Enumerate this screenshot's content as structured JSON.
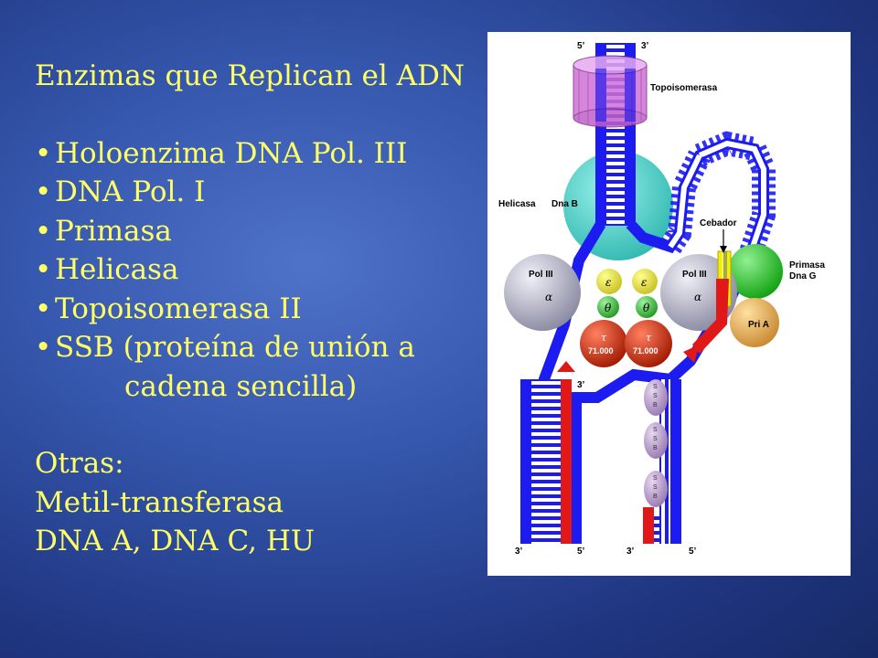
{
  "title": "Enzimas que Replican el ADN",
  "bullets": [
    {
      "text": "Holoenzima DNA Pol. III"
    },
    {
      "text": "DNA Pol. I"
    },
    {
      "text": "Primasa"
    },
    {
      "text": "Helicasa"
    },
    {
      "text": "Topoisomerasa II"
    },
    {
      "text": "SSB (proteína de unión a",
      "continuation": "cadena sencilla)"
    }
  ],
  "others_heading": "Otras:",
  "others": [
    "Metil-transferasa",
    "DNA A, DNA C, HU"
  ],
  "bullet_symbol": "•",
  "diagram": {
    "topoisomerasa": "Topoisomerasa",
    "helicasa": "Helicasa",
    "dna_b": "Dna B",
    "cebador": "Cebador",
    "primasa": "Primasa",
    "dna_g": "Dna G",
    "pri_a": "Pri A",
    "pol_iii": "Pol III",
    "alpha": "α",
    "epsilon": "ε",
    "theta": "θ",
    "tau": "τ",
    "tau_value": "71.000",
    "ssb": [
      "S",
      "S",
      "B"
    ],
    "five_prime": "5’",
    "three_prime": "3’",
    "colors": {
      "strand": "#1c1cf0",
      "new_strand": "#e01818",
      "topoisomerase": "#c060c8",
      "helicase": "#40c8c0",
      "pol_iii": "#b8b8c8",
      "epsilon": "#e8e040",
      "theta": "#40c040",
      "tau": "#d02808",
      "primase": "#20c020",
      "pri_a": "#e0a850",
      "ssb": "#b898c8",
      "primer": "#f0f000"
    }
  }
}
